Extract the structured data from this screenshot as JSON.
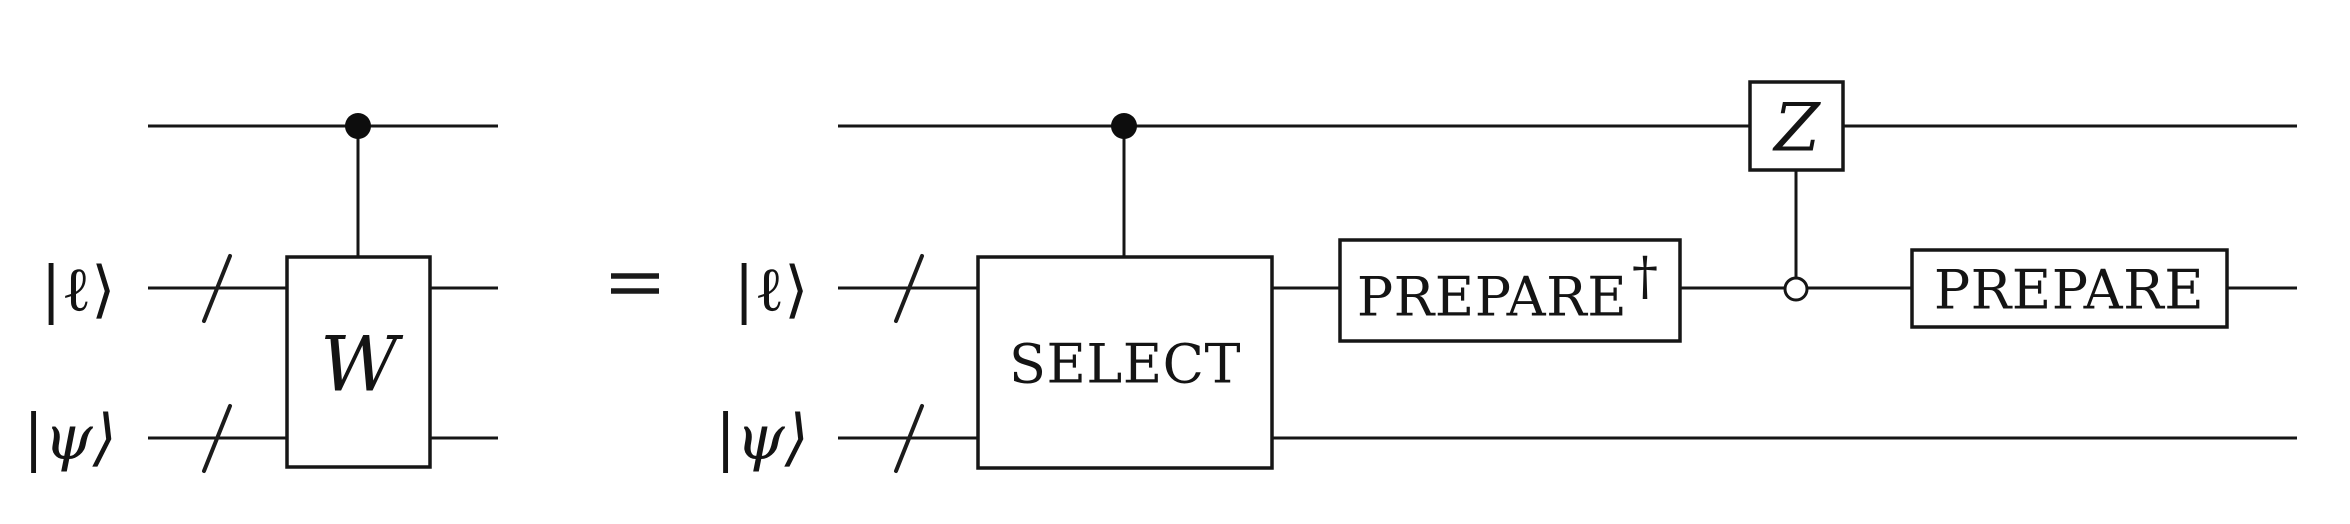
{
  "figure": {
    "background": "#ffffff",
    "ink": "#161616",
    "equals": "=",
    "left": {
      "wire_ell_label": "|ℓ⟩",
      "wire_psi_label": "|ψ⟩",
      "w_gate_label": "W",
      "control_type": "filled-dot"
    },
    "right": {
      "wire_ell_label": "|ℓ⟩",
      "wire_psi_label": "|ψ⟩",
      "select_label": "SELECT",
      "prepare_dagger_label": "PREPARE",
      "prepare_dagger_superscript": "†",
      "z_label": "Z",
      "prepare_label": "PREPARE",
      "control_top_type": "filled-dot",
      "control_mid_type": "open-dot"
    }
  }
}
